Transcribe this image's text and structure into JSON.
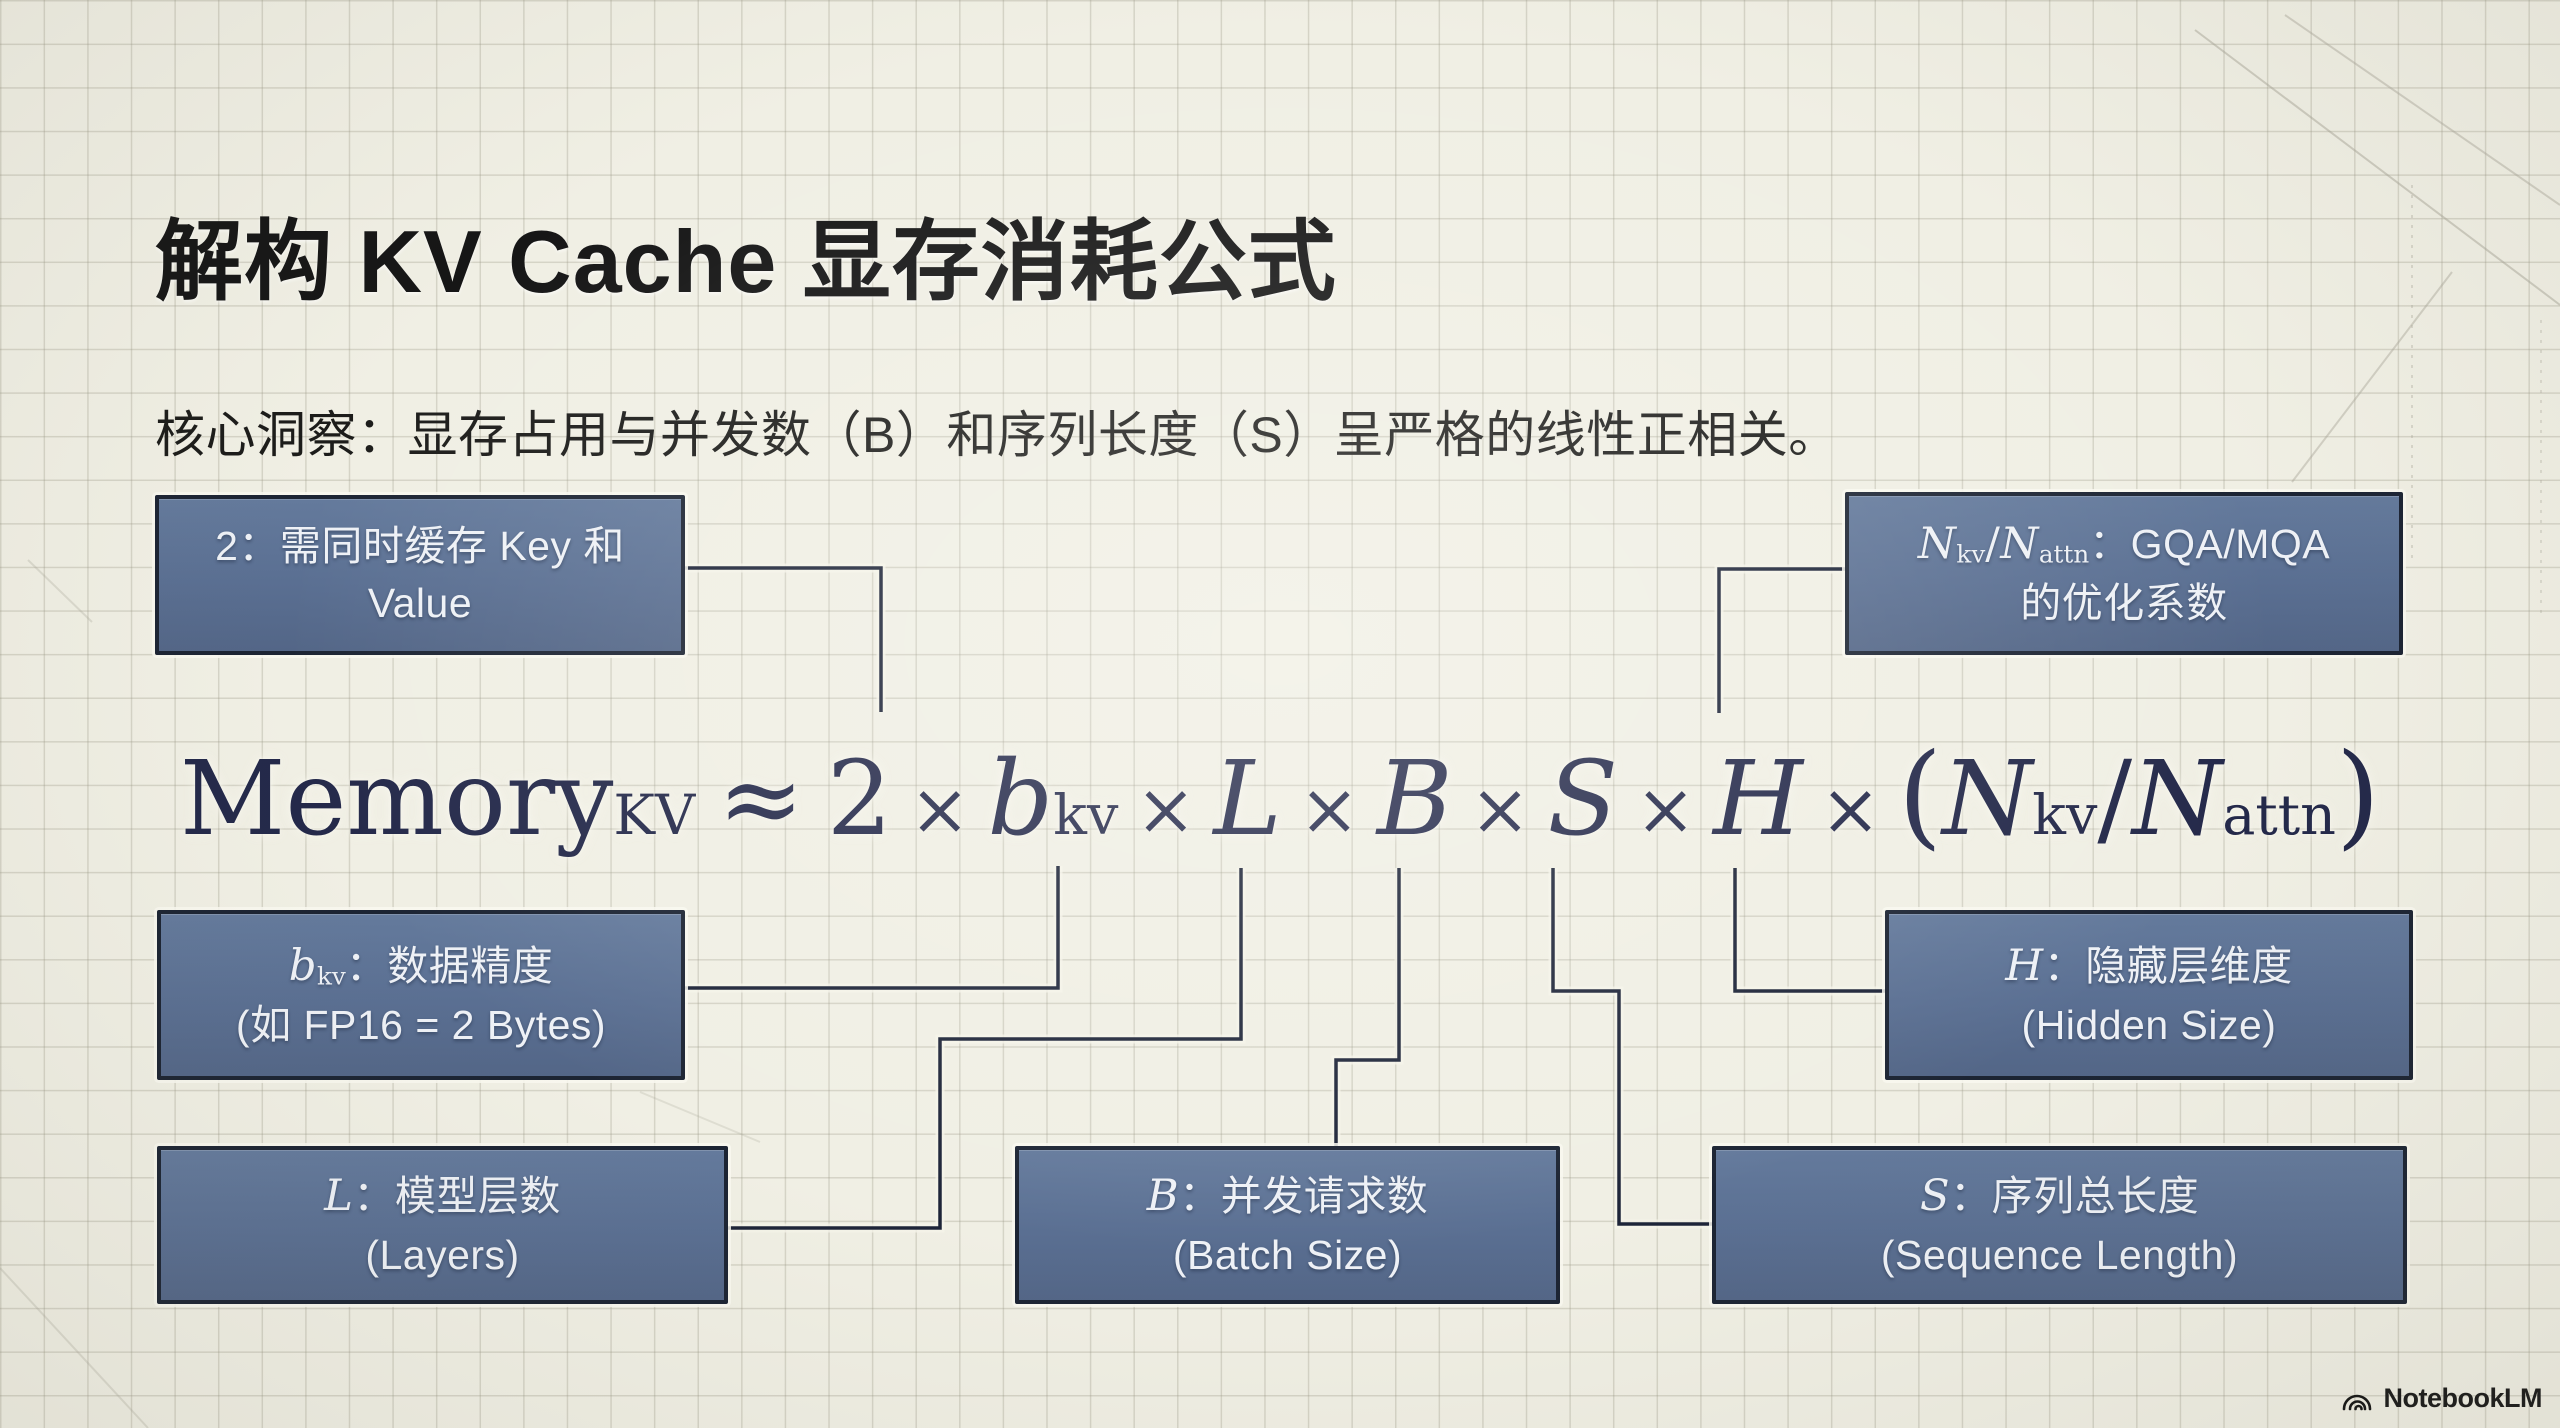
{
  "slide": {
    "title": "解构 KV Cache 显存消耗公式",
    "subtitle": "核心洞察：显存占用与并发数（B）和序列长度（S）呈严格的线性正相关。",
    "watermark": "NotebookLM"
  },
  "formula": {
    "memory": "Memory",
    "memory_sub": "KV",
    "approx": "≈",
    "coef": "2",
    "times": "×",
    "b": "b",
    "b_sub": "kv",
    "L": "L",
    "B": "B",
    "S": "S",
    "H": "H",
    "paren_open": "(",
    "n1": "N",
    "n1_sub": "kv",
    "slash": "/",
    "n2": "N",
    "n2_sub": "attn",
    "paren_close": ")"
  },
  "boxes": {
    "factor2": {
      "line1": "2：需同时缓存 Key 和",
      "line2": "Value"
    },
    "nratio": {
      "n1": "N",
      "n1_sub": "kv",
      "slash": "/",
      "n2": "N",
      "n2_sub": "attn",
      "rest": "：GQA/MQA",
      "line2": "的优化系数"
    },
    "bkv": {
      "v": "b",
      "v_sub": "kv",
      "rest": "：数据精度",
      "line2": "(如 FP16 = 2 Bytes)"
    },
    "hidden": {
      "v": "H",
      "rest": "：隐藏层维度",
      "line2": "(Hidden Size)"
    },
    "layers": {
      "v": "L",
      "rest": "：模型层数",
      "line2": "(Layers)"
    },
    "batch": {
      "v": "B",
      "rest": "：并发请求数",
      "line2": "(Batch Size)"
    },
    "seq": {
      "v": "S",
      "rest": "：序列总长度",
      "line2": "(Sequence Length)"
    }
  },
  "palette": {
    "background": "#f0efe4",
    "grid_line": "#d7d5c6",
    "box_fill": "#5d7394",
    "box_border": "#1c2433",
    "box_text": "#eef1f6",
    "formula_ink": "#24294a",
    "title_text": "#161616"
  }
}
